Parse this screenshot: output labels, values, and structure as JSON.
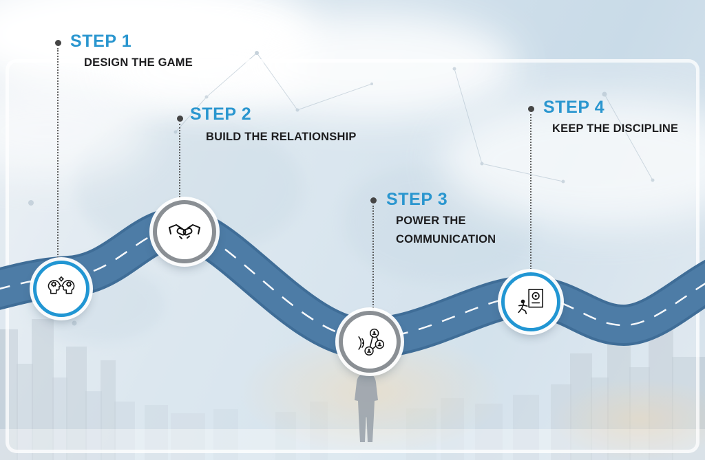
{
  "colors": {
    "accent_blue": "#2a96cf",
    "road": "#4d7ca6",
    "road_edge": "#3f6d97",
    "gray_ring": "#8a8f94",
    "blue_ring": "#2196d3"
  },
  "steps": [
    {
      "label": "STEP 1",
      "desc": "DESIGN THE GAME",
      "icon": "thinking-heads-icon"
    },
    {
      "label": "STEP 2",
      "desc": "BUILD THE RELATIONSHIP",
      "icon": "handshake-icon"
    },
    {
      "label": "STEP 3",
      "desc": "POWER THE COMMUNICATION",
      "icon": "people-network-icon"
    },
    {
      "label": "STEP 4",
      "desc": "KEEP THE DISCIPLINE",
      "icon": "runner-certificate-icon"
    }
  ]
}
